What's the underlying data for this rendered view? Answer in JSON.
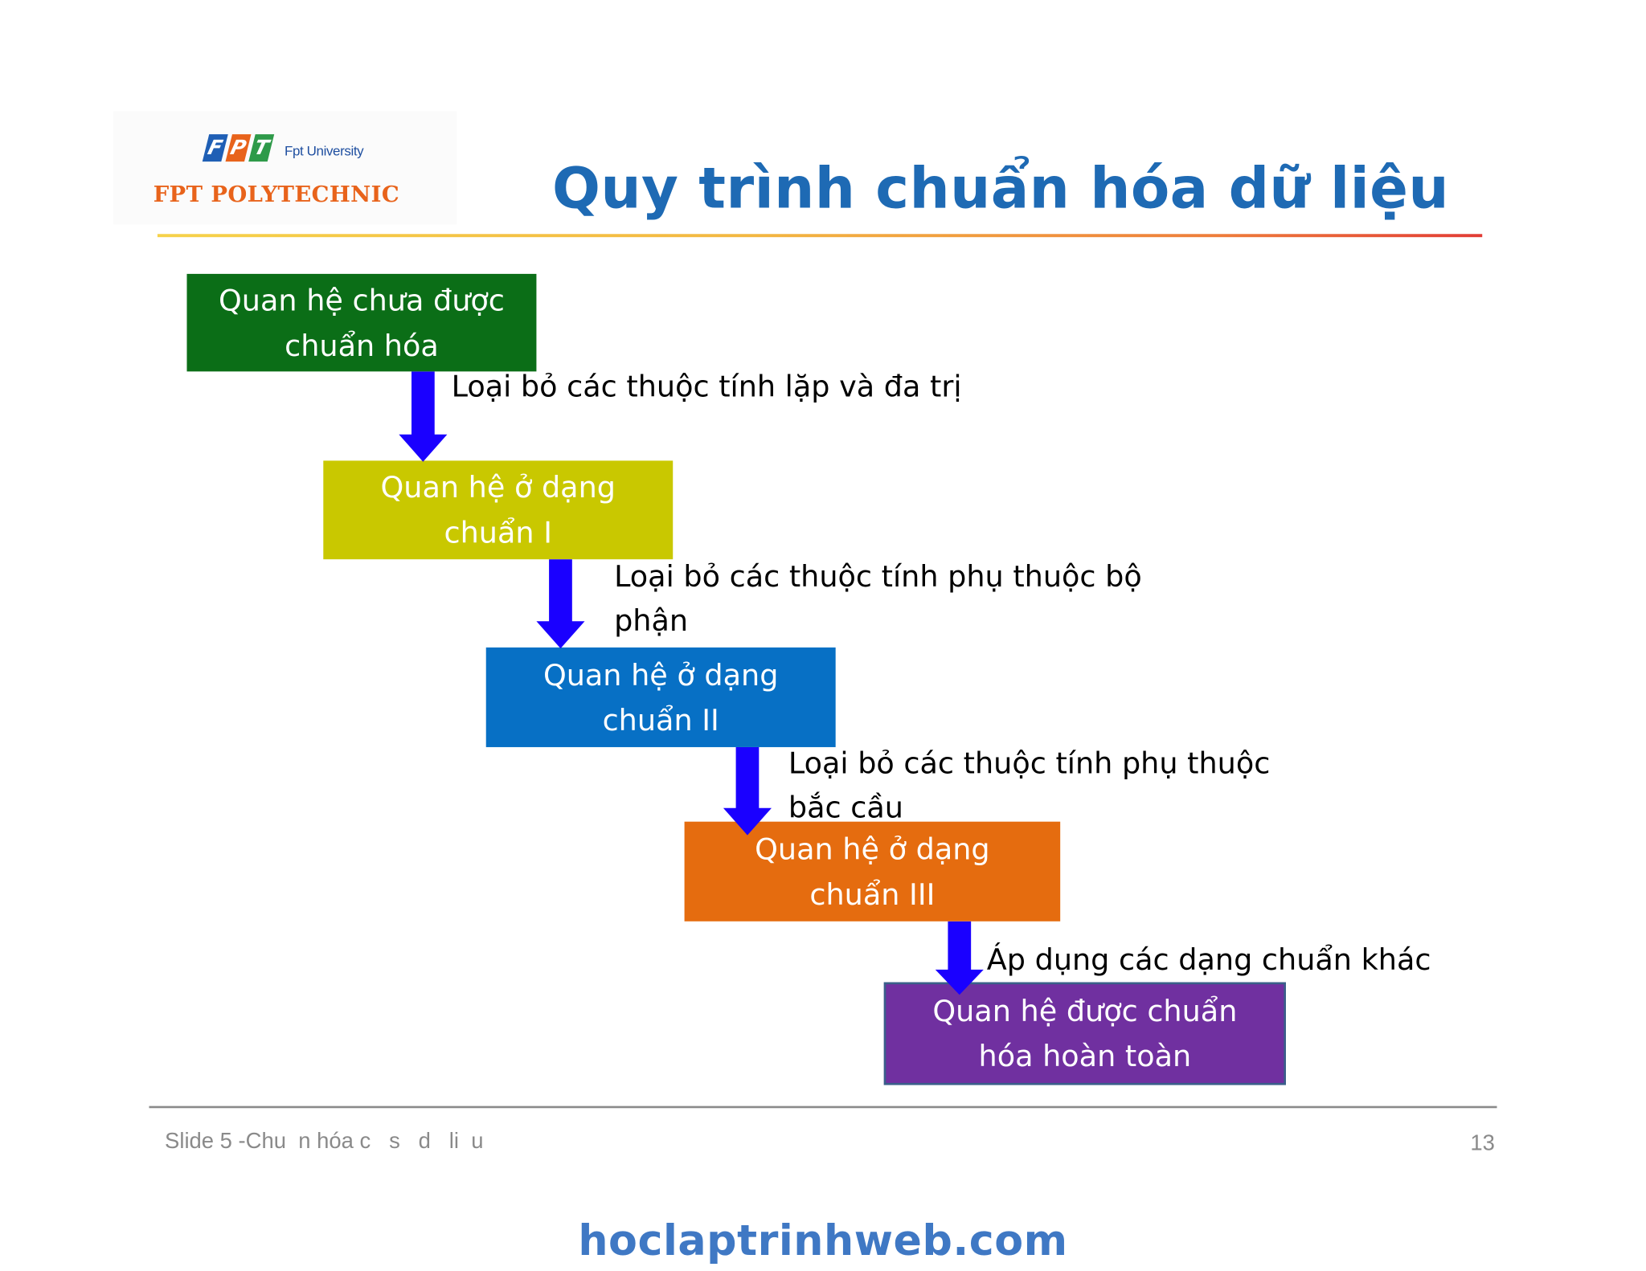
{
  "logo": {
    "mark_letters": [
      "F",
      "P",
      "T"
    ],
    "mark_colors": [
      "#1f5fb5",
      "#e8631b",
      "#2e9a49"
    ],
    "university_label": "Fpt University",
    "brand_name": "FPT POLYTECHNIC"
  },
  "title": "Quy trình chuẩn hóa dữ liệu",
  "flow": {
    "arrow_color": "#1a00ff",
    "steps": [
      {
        "label": "Quan hệ chưa được chuẩn hóa",
        "color": "#0b6e17"
      },
      {
        "label": "Quan hệ ở dạng chuẩn I",
        "color": "#c9c800"
      },
      {
        "label": "Quan hệ ở dạng chuẩn II",
        "color": "#0770c5"
      },
      {
        "label": "Quan hệ ở dạng chuẩn III",
        "color": "#e56c0f"
      },
      {
        "label": "Quan hệ được chuẩn hóa hoàn toàn",
        "color": "#7030a0"
      }
    ],
    "transitions": [
      "Loại bỏ các thuộc tính lặp và đa trị",
      "Loại bỏ các thuộc tính phụ thuộc bộ phận",
      "Loại bỏ các thuộc tính phụ thuộc bắc cầu",
      "Áp dụng các dạng chuẩn khác"
    ]
  },
  "footer": {
    "slide_label": "Slide 5 -Chu  n hóa c   s   d   li  u",
    "page_number": "13"
  },
  "watermark": "hoclaptrinhweb.com"
}
